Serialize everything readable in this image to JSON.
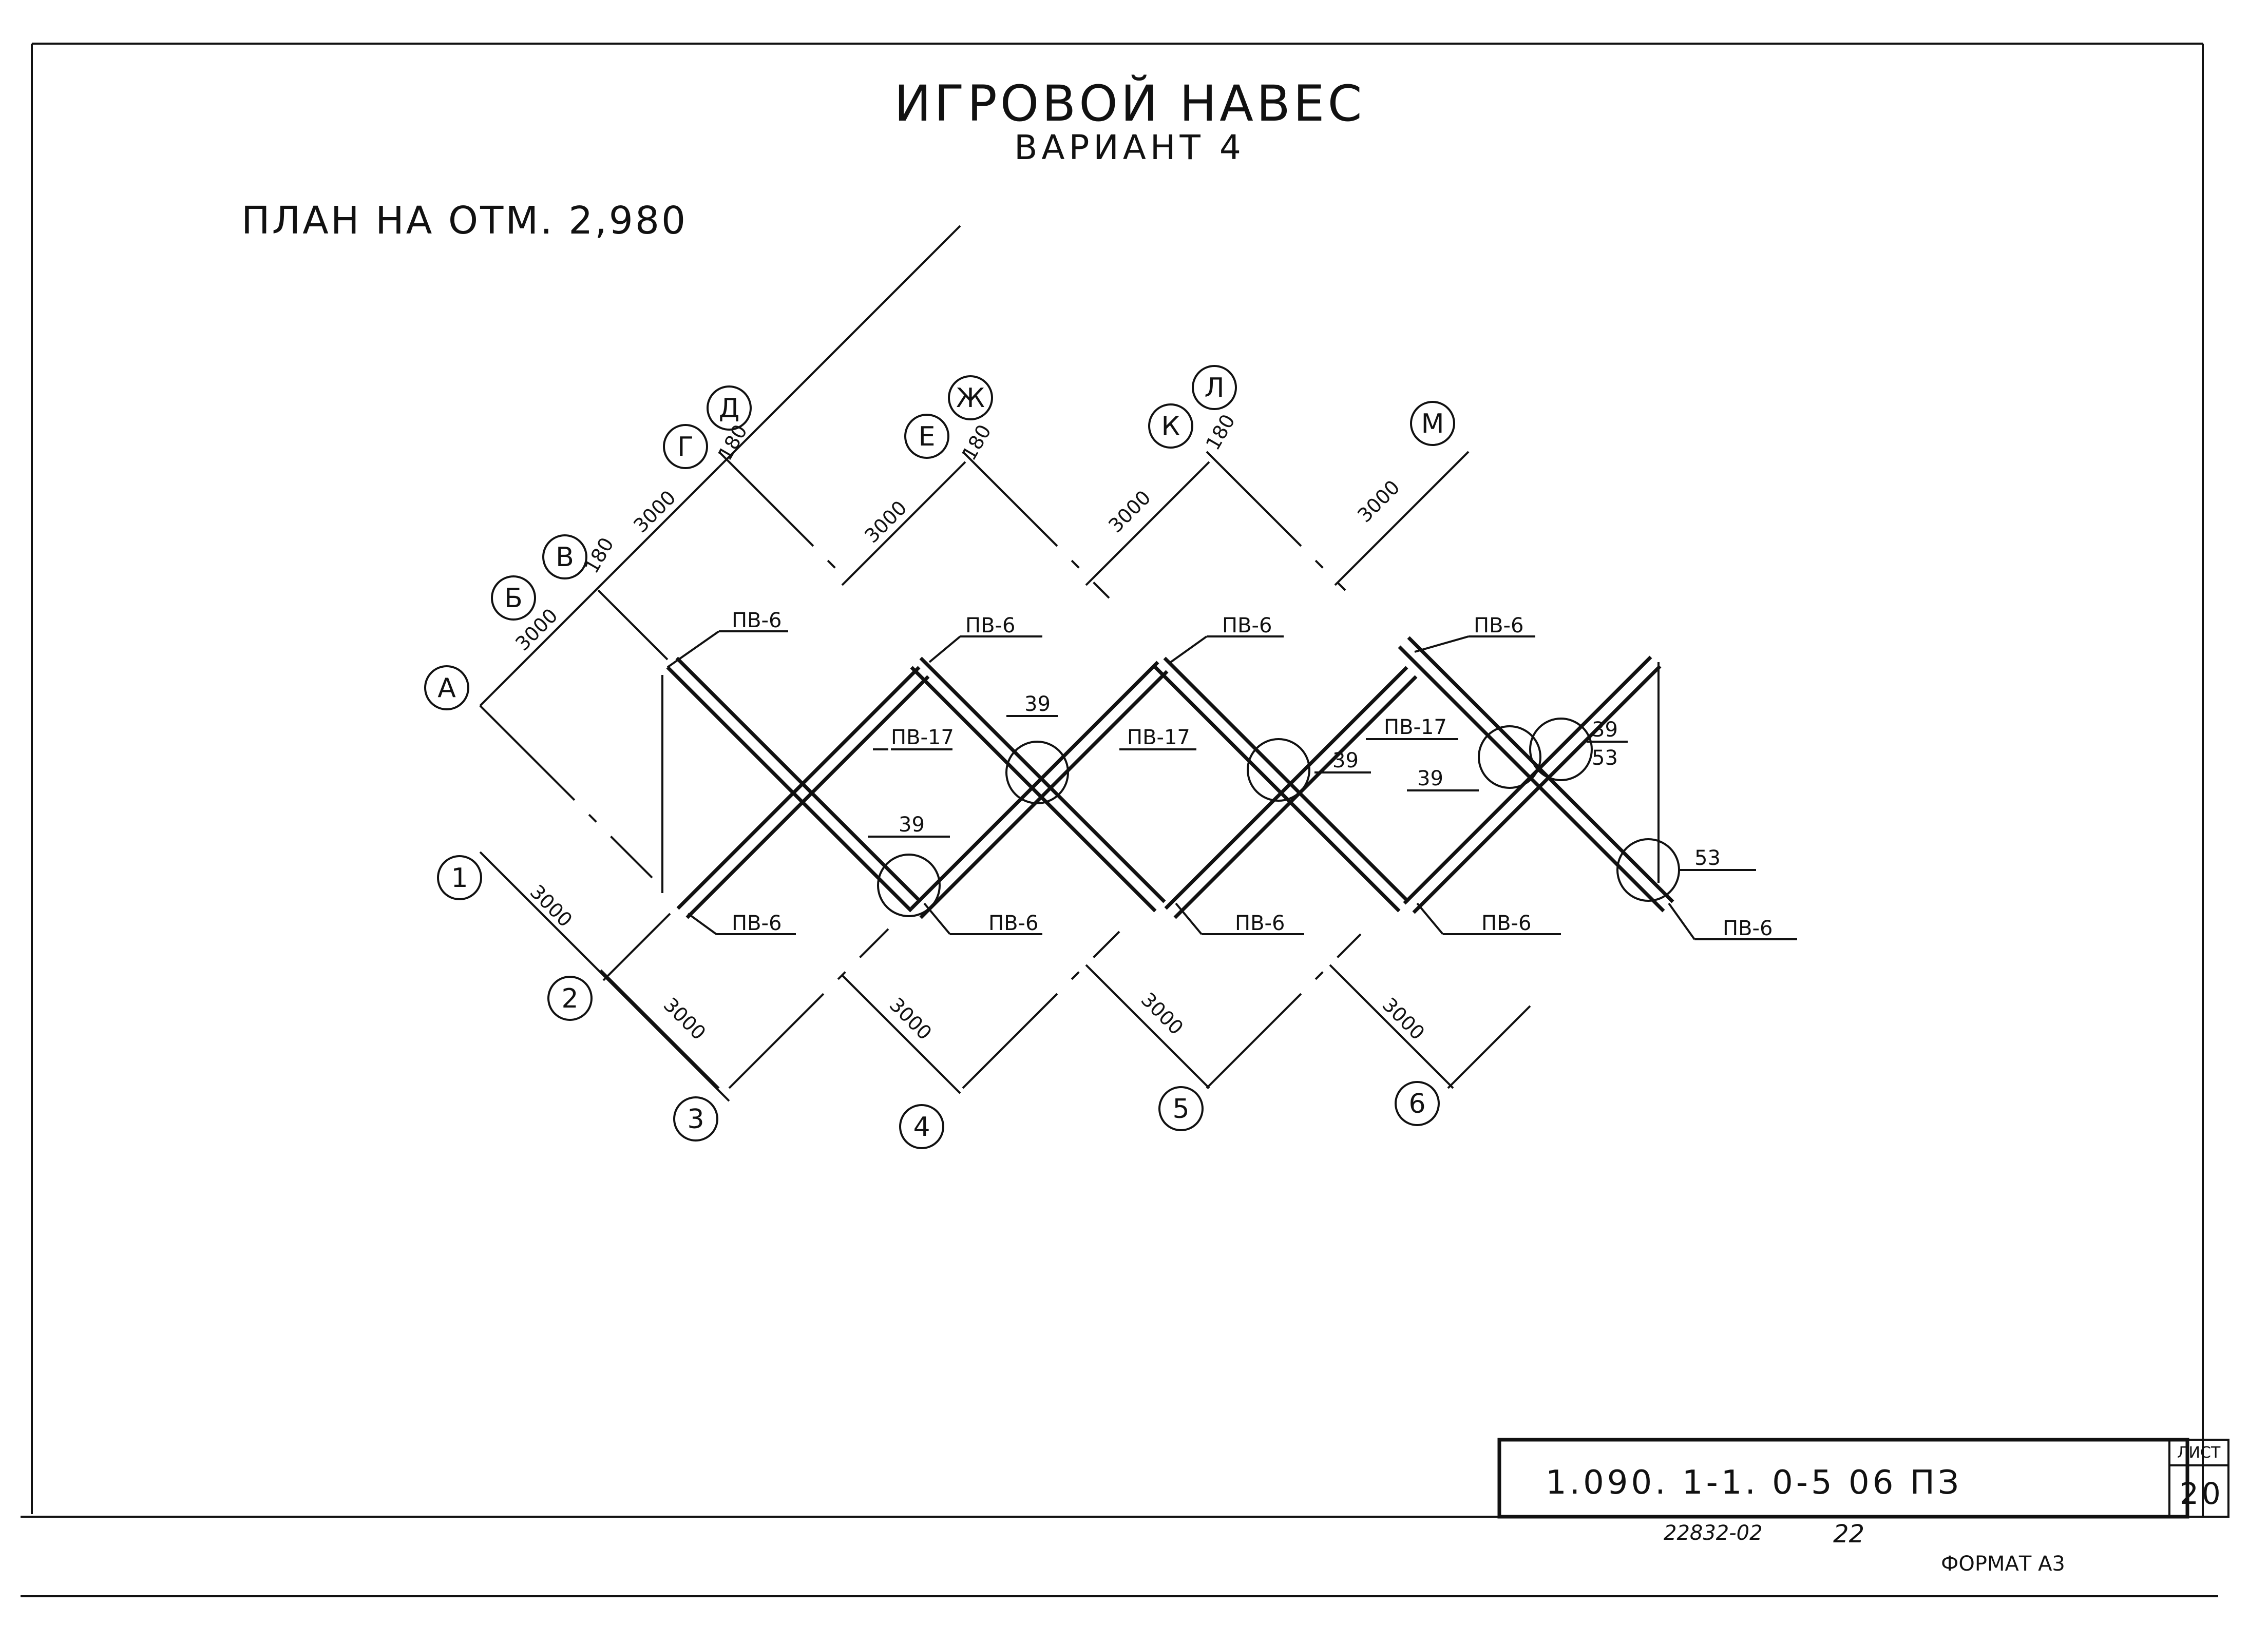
{
  "title": {
    "main": "ИГРОВОЙ НАВЕС",
    "variant": "ВАРИАНТ 4",
    "plan": "ПЛАН НА ОТМ. 2,980"
  },
  "axes_letters": [
    "А",
    "Б",
    "В",
    "Г",
    "Д",
    "Е",
    "Ж",
    "К",
    "Л",
    "М"
  ],
  "axes_numbers": [
    "1",
    "2",
    "3",
    "4",
    "5",
    "6"
  ],
  "dimensions": {
    "span": "3000",
    "offset": "180"
  },
  "marks": {
    "pv6": "ПВ-6",
    "pv17": "ПВ-17",
    "n39": "39",
    "n53": "53"
  },
  "stamp": {
    "code": "1.090. 1-1.  0-5   06 ПЗ",
    "sheet_label": "ЛИСТ",
    "sheet_no": "20",
    "order": "22832-02",
    "order_no": "22",
    "format": "ФОРМАТ А3"
  }
}
